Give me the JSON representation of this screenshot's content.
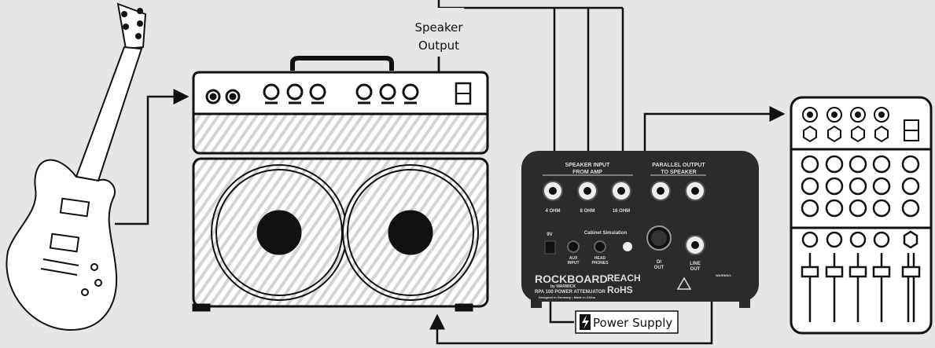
{
  "labels": {
    "speaker_output_line1": "Speaker",
    "speaker_output_line2": "Output",
    "power_supply": "Power Supply"
  },
  "attenuator": {
    "speaker_input_line1": "SPEAKER INPUT",
    "speaker_input_line2": "FROM AMP",
    "parallel_output_line1": "PARALLEL OUTPUT",
    "parallel_output_line2": "TO SPEAKER",
    "jacks": [
      "4 OHM",
      "8 OHM",
      "16 OHM"
    ],
    "cabinet_simulation": "Cabinet Simulation",
    "aux_input": [
      "AUX",
      "INPUT"
    ],
    "headphones": [
      "HEAD",
      "PHONES"
    ],
    "di_out": [
      "DI",
      "OUT"
    ],
    "line_out": [
      "LINE",
      "OUT"
    ],
    "voltage": "9V",
    "brand": "ROCKBOARD",
    "brand_sub": "by WARWICK",
    "model": "RPA 100 POWER ATTENUATOR",
    "made": "Designed in Germany  •  Made in China",
    "reach": "REACH",
    "rohs": "RoHS",
    "warning": "WARNING:"
  },
  "colors": {
    "background": "#e6e6e6",
    "device": "#2b2b2b",
    "line": "#111111"
  }
}
